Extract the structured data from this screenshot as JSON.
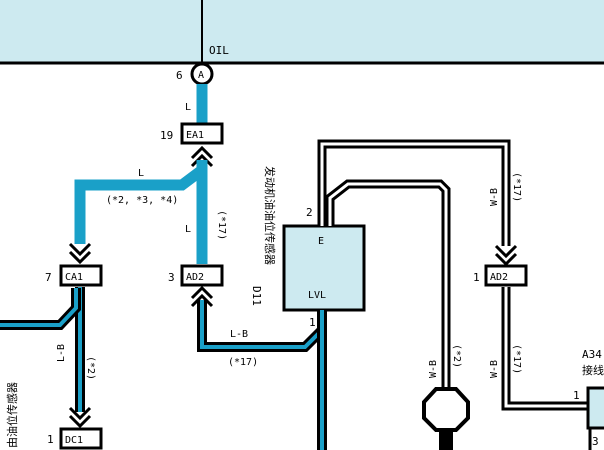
{
  "labels": {
    "oil": "OIL",
    "pin_6": "6",
    "pin_a": "A",
    "wire_l_top": "L",
    "pin_19": "19",
    "ea1": "EA1",
    "wire_l_left": "L",
    "opt_234": "(*2, *3, *4)",
    "wire_l_mid": "L",
    "opt_17_mid": "(*17)",
    "pin_7": "7",
    "ca1": "CA1",
    "pin_3": "3",
    "ad2_left": "AD2",
    "sensor_id": "D11",
    "sensor_name": "发动机油油位传感器",
    "pin_2": "2",
    "sensor_e": "E",
    "sensor_lvl": "LVL",
    "pin_1_sensor": "1",
    "wire_lb_bottom": "L-B",
    "opt_17_bottom": "(*17)",
    "wire_lb_left": "L-B",
    "opt_2_left": "(*2)",
    "left_partial": "由油位传感器",
    "pin_1_dc1": "1",
    "dc1": "DC1",
    "wire_wb_mid": "W-B",
    "opt_2_mid": "(*2)",
    "wire_wb_top": "W-B",
    "opt_17_right_top": "(*17)",
    "pin_1_ad2": "1",
    "ad2_right": "AD2",
    "wire_wb_right": "W-B",
    "opt_17_right": "(*17)",
    "a34": "A34",
    "a34_partial": "接线",
    "pin_1_a34": "1",
    "pin_3_a34": "3"
  },
  "colors": {
    "panel": "#cdeaf0",
    "wire_blue": "#1aa0c8",
    "black": "#000000",
    "box_fill": "#ffffff"
  }
}
